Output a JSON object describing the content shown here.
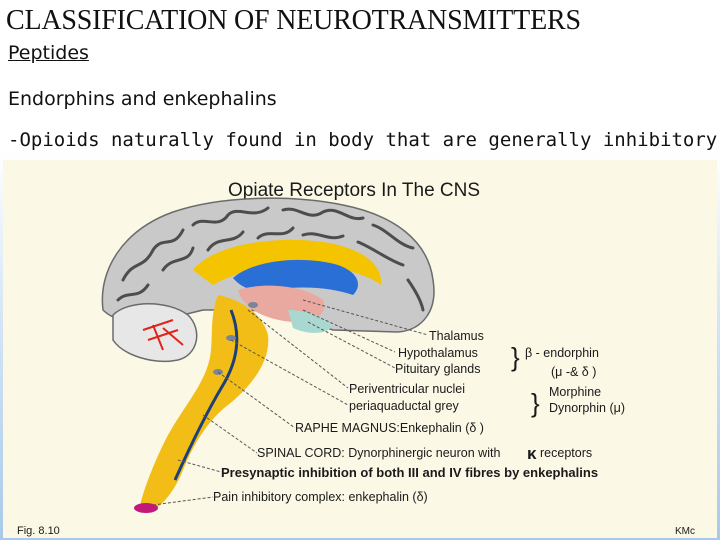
{
  "slide": {
    "title": "CLASSIFICATION OF NEUROTRANSMITTERS",
    "subtitle": "Peptides",
    "line1": "Endorphins and enkephalins",
    "line2": "-Opioids naturally found in body that are generally inhibitory"
  },
  "figure": {
    "heading": "Opiate Receptors In The CNS",
    "labels": {
      "thalamus": "Thalamus",
      "hypothalamus": "Hypothalamus",
      "pituitary": "Pituitary glands",
      "periventricular": "Periventricular nuclei",
      "periaqueductal": "periaquaductal grey",
      "raphe": "RAPHE MAGNUS:Enkephalin (δ )",
      "spinal": "SPINAL CORD: Dynorphinergic neuron with",
      "kappa": "κ",
      "receptors": "receptors",
      "presynaptic": "Presynaptic inhibition of both III and IV  fibres by enkephalins",
      "pain": "Pain inhibitory complex: enkephalin (δ)",
      "beta_endorphin": "β - endorphin",
      "mu_delta": "(μ -& δ )",
      "morphine": "Morphine",
      "dynorphin": "Dynorphin (μ)",
      "fig_num": "Fig. 8.10",
      "credit": "KMc"
    },
    "colors": {
      "background": "#fbf8e6",
      "cortex": "#c8c8c8",
      "gyri": "#555555",
      "corpus_callosum": "#f4c400",
      "ventricle": "#2a6fd6",
      "brainstem": "#f2bd16",
      "thalamus": "#e9a9a0",
      "pituitary": "#a8d8cf",
      "cerebellum_vessel": "#e0241b",
      "tip": "#c2187a"
    }
  }
}
